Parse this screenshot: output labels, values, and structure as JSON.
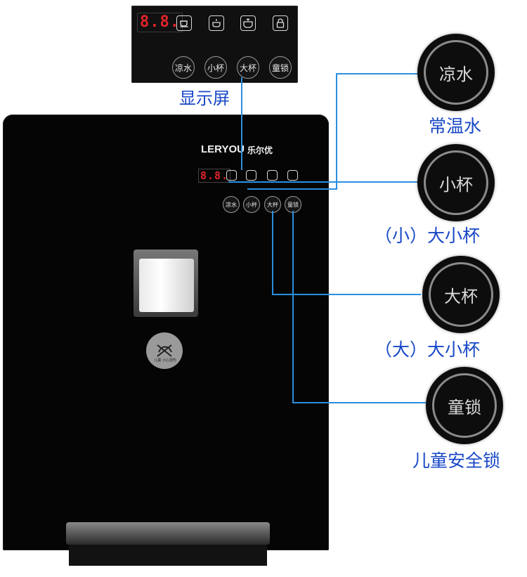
{
  "display_panel": {
    "digits": "8.8.",
    "buttons": [
      "凉水",
      "小杯",
      "大杯",
      "童锁"
    ],
    "icons": [
      "cup-icon",
      "small-cup-icon",
      "large-cup-icon",
      "lock-icon"
    ]
  },
  "labels": {
    "display": "显示屏",
    "cool_water": "常温水",
    "small_cup": "（小）大小杯",
    "large_cup": "（大）大小杯",
    "child_lock": "儿童安全锁"
  },
  "callouts": {
    "cool": "凉水",
    "small": "小杯",
    "large": "大杯",
    "lock": "童锁"
  },
  "brand": {
    "logo": "LERYOU",
    "cn": "乐尔优"
  },
  "machine_panel": {
    "digits": "8.8.",
    "buttons": [
      "凉水",
      "小杯",
      "大杯",
      "童锁"
    ]
  },
  "badge_text": "儿童 小心烫伤",
  "colors": {
    "caption": "#1747c7",
    "leader_line": "#2a8fe0",
    "digit": "#e0242a"
  }
}
